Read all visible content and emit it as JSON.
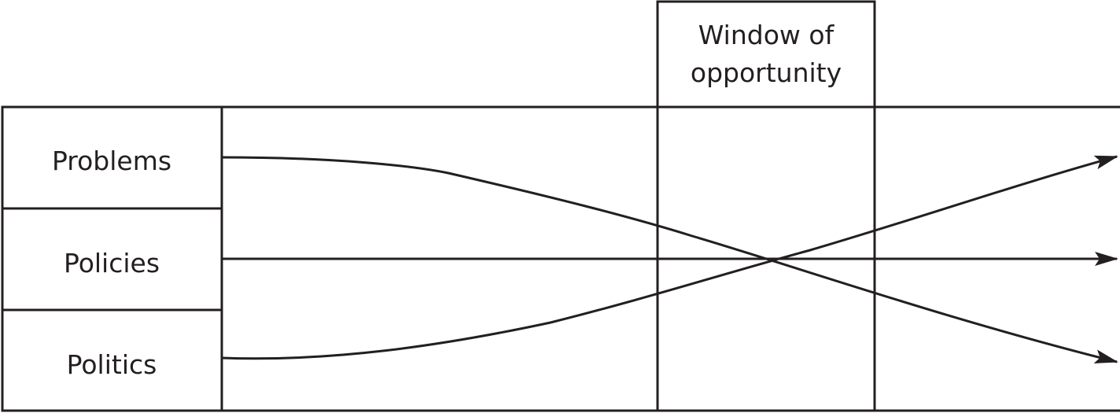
{
  "streams": [
    {
      "label": "Problems"
    },
    {
      "label": "Policies"
    },
    {
      "label": "Politics"
    }
  ],
  "window": {
    "line1": "Window of",
    "line2": "opportunity"
  },
  "colors": {
    "ink": "#231f20",
    "background": "#ffffff"
  }
}
